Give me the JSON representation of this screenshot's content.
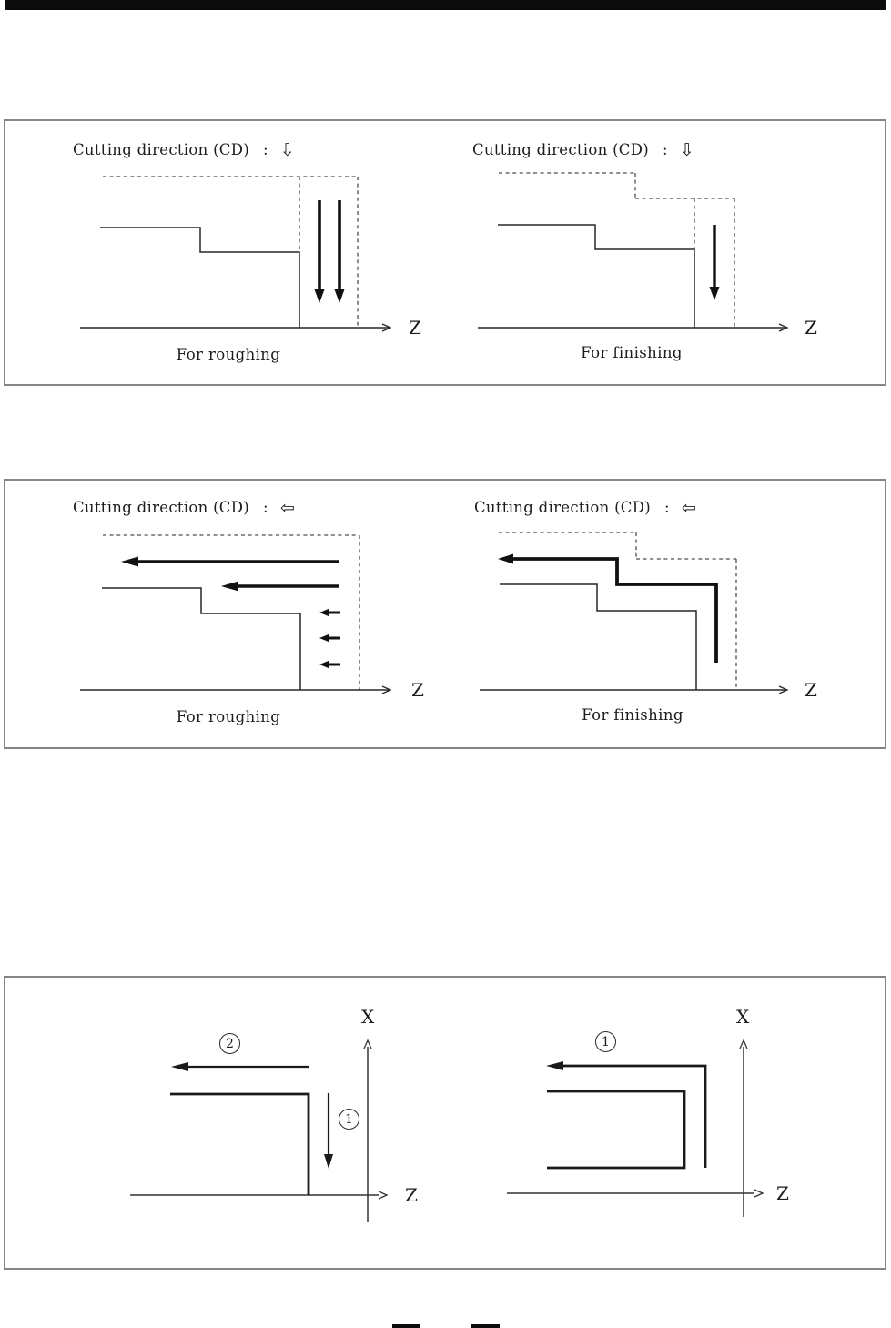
{
  "panel1": {
    "left": {
      "header": "Cutting direction (CD)",
      "colon": ":",
      "arrow": "⇩",
      "caption": "For roughing",
      "z_label": "Z"
    },
    "right": {
      "header": "Cutting direction (CD)",
      "colon": ":",
      "arrow": "⇩",
      "caption": "For finishing",
      "z_label": "Z"
    }
  },
  "panel2": {
    "left": {
      "header": "Cutting direction (CD)",
      "colon": ":",
      "arrow": "⇦",
      "caption": "For roughing",
      "z_label": "Z"
    },
    "right": {
      "header": "Cutting direction (CD)",
      "colon": ":",
      "arrow": "⇦",
      "caption": "For finishing",
      "z_label": "Z"
    }
  },
  "panel3": {
    "left": {
      "x_label": "X",
      "z_label": "Z",
      "step1": "1",
      "step2": "2"
    },
    "right": {
      "x_label": "X",
      "z_label": "Z",
      "step1": "1"
    }
  },
  "colors": {
    "line": "#262626",
    "dashed": "#4d4d4d",
    "thick": "#111111",
    "border": "#858585",
    "bar": "#0c0c0c"
  }
}
